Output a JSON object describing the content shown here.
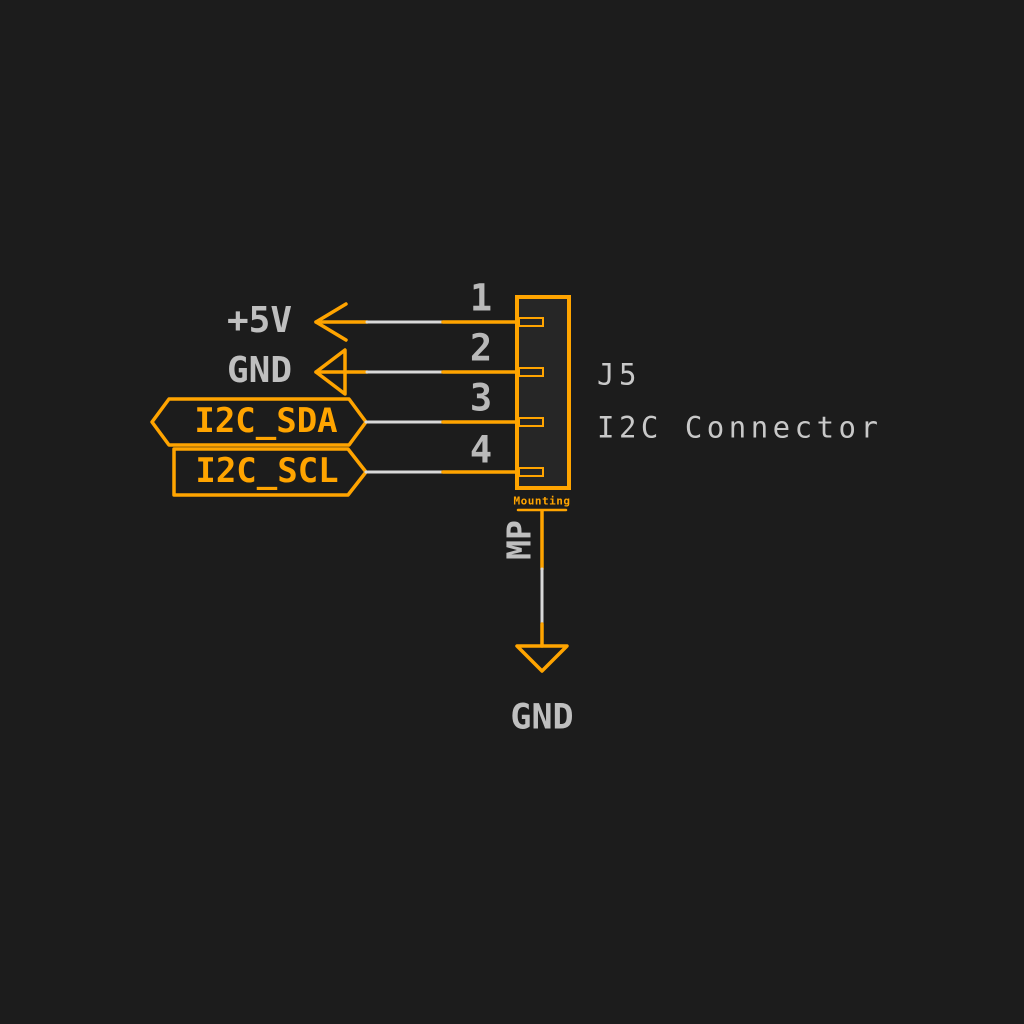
{
  "colors": {
    "background": "#1c1c1c",
    "accent_orange": "#ffa400",
    "text_gray": "#bfbfbf",
    "wire_gray": "#d8d8d8",
    "symbol_fill": "#262626"
  },
  "symbol": {
    "reference": "J5",
    "value": "I2C Connector",
    "pins": [
      {
        "number": "1",
        "net": "+5V",
        "label_shape": "open-arrow-left"
      },
      {
        "number": "2",
        "net": "GND",
        "label_shape": "triangle-left"
      },
      {
        "number": "3",
        "net": "I2C_SDA",
        "label_shape": "hexagon-bidirectional"
      },
      {
        "number": "4",
        "net": "I2C_SCL",
        "label_shape": "pointed-right"
      }
    ],
    "mounting_pin": {
      "number": "MP",
      "name": "Mounting"
    }
  },
  "power_symbol": {
    "label": "GND",
    "type": "ground"
  }
}
